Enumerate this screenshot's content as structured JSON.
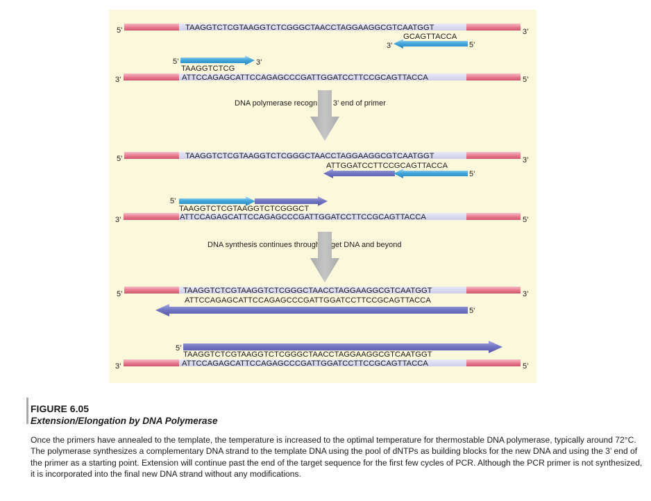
{
  "labels": {
    "five": "5’",
    "three": "3’"
  },
  "sequences": {
    "top_strand": "TAAGGTCTCGTAAGGTCTCGGGCTAACCTAGGAAGGCGTCAATGGT",
    "bottom_strand": "ATTCCAGAGCATTCCAGAGCCCGATTGGATCCTTCCGCAGTTACCA",
    "reverse_primer": "GCAGTTACCA",
    "forward_primer": "TAAGGTCTCG",
    "reverse_extended": "ATTGGATCCTTCCGCAGTTACCA",
    "forward_extended": "TAAGGTCTCGTAAGGTCTCGGGCT"
  },
  "steps": {
    "step1": "DNA polymerase recognizes 3’ end of primer",
    "step2": "DNA synthesis continues through target DNA and beyond"
  },
  "colors": {
    "template": "#e6788c",
    "target": "#cdcdea",
    "primer": "#3ea4d8",
    "new_dna": "#6f73c0",
    "step_arrow": "#b4b4b4"
  },
  "caption": {
    "figure_number": "FIGURE 6.05",
    "title": "Extension/Elongation by DNA Polymerase",
    "body": "Once the primers have annealed to the template, the temperature is increased to the optimal temperature for thermostable DNA polymerase, typically around 72°C. The polymerase synthesizes a complementary DNA strand to the template DNA using the pool of dNTPs as building blocks for the new DNA and using the 3’ end of the primer as a starting point. Extension will continue past the end of the target sequence for the first few cycles of PCR. Although the PCR primer is not synthesized, it is incorporated into the final new DNA strand without any modifications."
  }
}
